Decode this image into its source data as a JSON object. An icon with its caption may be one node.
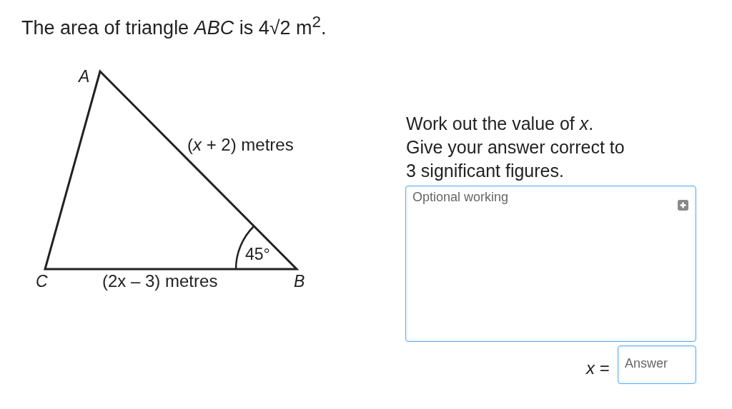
{
  "diagram": {
    "title": "The area of triangle *ABC* is 4√2 m$^{2}$.",
    "nodes": [
      {
        "text": [
          "Optional working"
        ]
      },
      {
        "text": [
          "Answer"
        ]
      }
    ],
    "labels": [
      "A",
      "(*x* + 2) metres",
      "45°",
      "C",
      "(2x – 3) metres",
      "B",
      "Work out the value of *x*. Give your answer correct to 3 significant figures.",
      "*x* ="
    ]
  }
}
